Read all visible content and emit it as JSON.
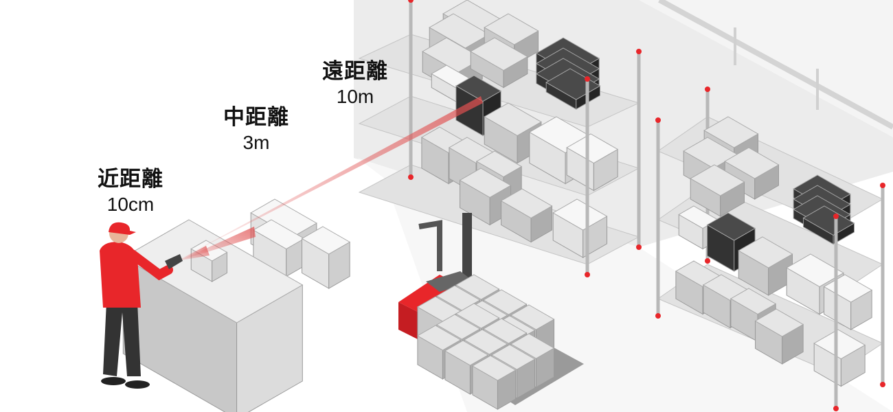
{
  "labels": {
    "near": {
      "title": "近距離",
      "distance": "10cm"
    },
    "mid": {
      "title": "中距離",
      "distance": "3m"
    },
    "far": {
      "title": "遠距離",
      "distance": "10m"
    }
  },
  "colors": {
    "accent": "#e8262a",
    "laser": "#e05050",
    "box_gray": "#c4c4c4",
    "box_dark": "#3b3b3b",
    "box_white": "#f2f2f2"
  }
}
